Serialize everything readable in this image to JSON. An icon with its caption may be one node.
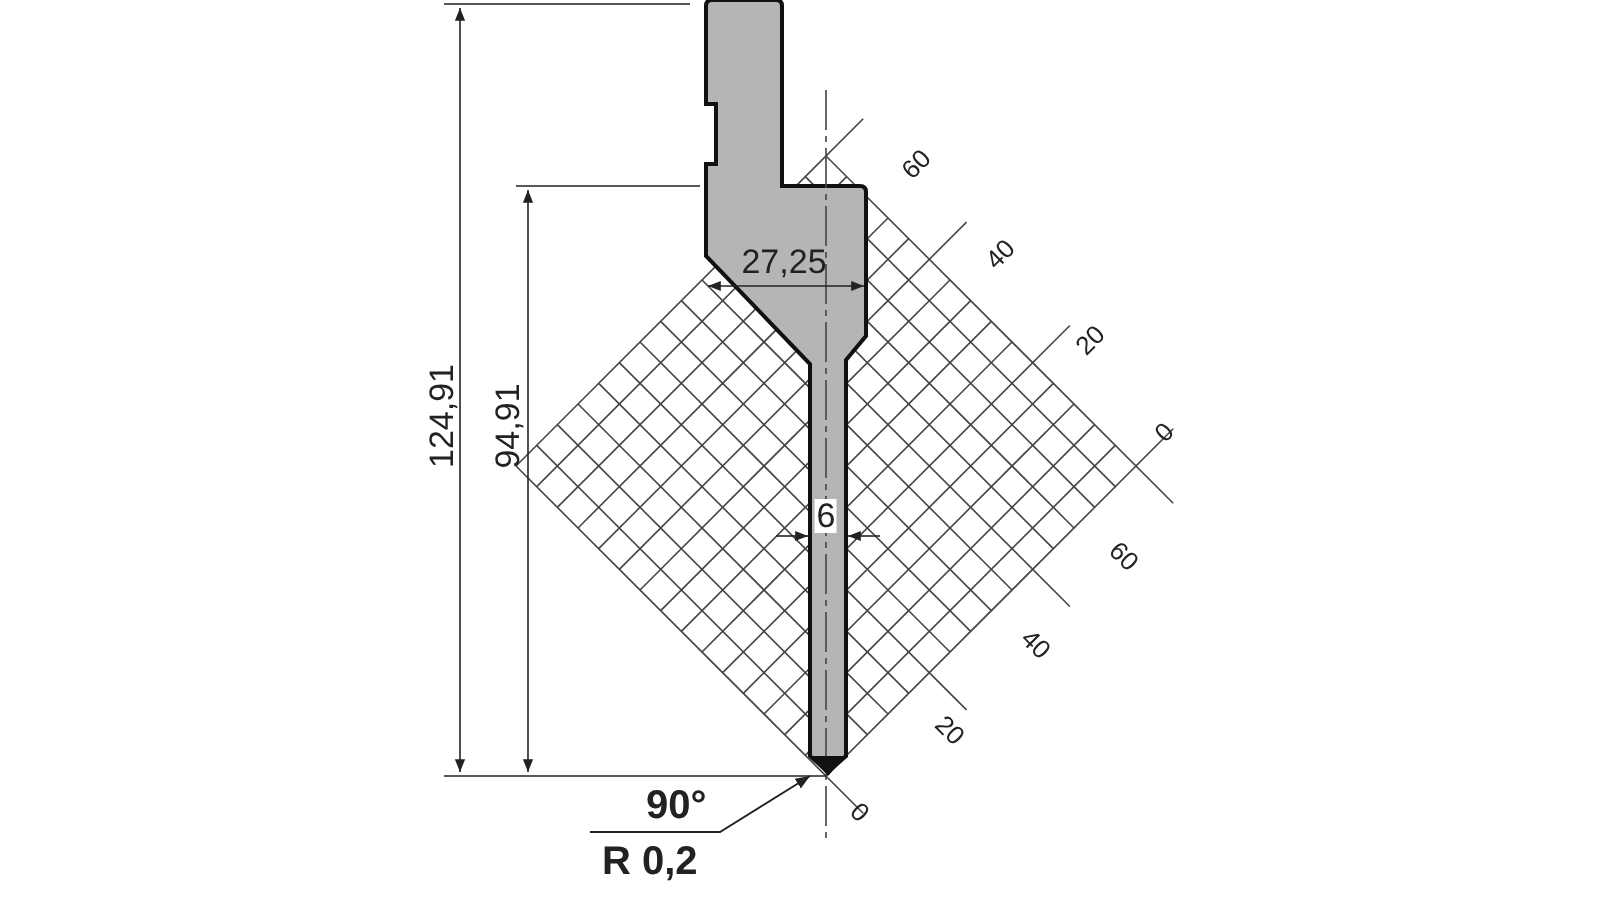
{
  "diagram": {
    "nodes": [
      {
        "text": [
          "90°",
          "R 0,2"
        ]
      },
      {
        "text": [],
        "shape": "picture"
      }
    ],
    "edges": [
      {
        "from": 0,
        "to": 1,
        "arrow": "to"
      }
    ],
    "labels": [
      "60",
      "40",
      "27,25",
      "20",
      "124,91",
      "94,91",
      "0",
      "6",
      "60",
      "40",
      "20",
      "0"
    ]
  }
}
